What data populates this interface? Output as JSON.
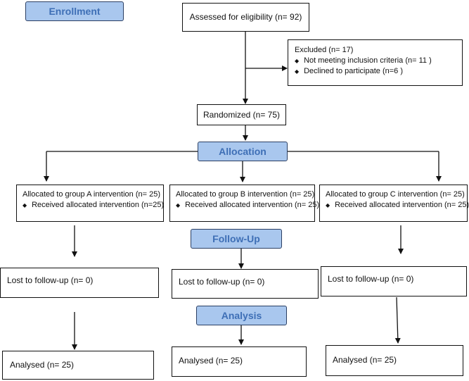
{
  "stages": {
    "enrollment": "Enrollment",
    "allocation": "Allocation",
    "followup": "Follow-Up",
    "analysis": "Analysis"
  },
  "assessed": "Assessed for eligibility (n= 92)",
  "excluded": {
    "title": "Excluded (n= 17)",
    "items": [
      "Not meeting inclusion criteria (n= 11 )",
      "Declined to participate (n=6  )"
    ]
  },
  "randomized": "Randomized (n= 75)",
  "groups": [
    {
      "allocated": "Allocated to group A intervention (n= 25)",
      "received": "Received allocated intervention (n=25)",
      "lost": "Lost to follow-up (n= 0)",
      "analysed": "Analysed (n= 25)"
    },
    {
      "allocated": "Allocated to group B intervention (n= 25)",
      "received": "Received allocated intervention (n= 25)",
      "lost": "Lost to follow-up (n= 0)",
      "analysed": "Analysed (n= 25)"
    },
    {
      "allocated": "Allocated to group C intervention (n= 25)",
      "received": "Received allocated intervention (n= 25)",
      "lost": "Lost to follow-up (n= 0)",
      "analysed": "Analysed (n= 25)"
    }
  ],
  "icons": {
    "bullet": "diamond-bullet-icon"
  },
  "colors": {
    "stage_fill": "#a9c7ee",
    "stage_text": "#3e6fb6",
    "line": "#111111"
  }
}
